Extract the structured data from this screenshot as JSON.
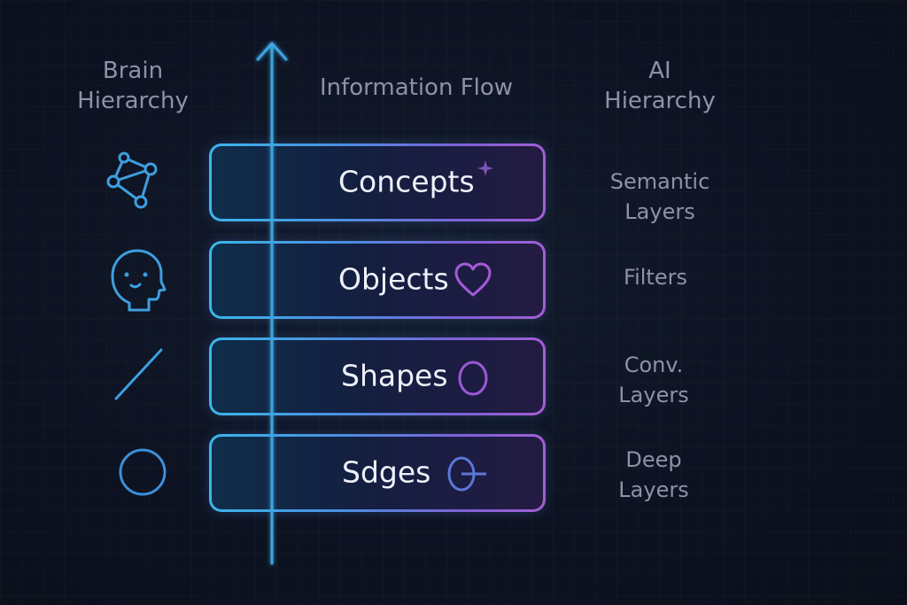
{
  "headers": {
    "brain": "Brain\nHierarchy",
    "brain_line1": "Brain",
    "brain_line2": "Hierarchy",
    "flow": "Information Flow",
    "ai_line1": "AI",
    "ai_line2": "Hierarchy"
  },
  "layers": [
    {
      "label": "Concepts",
      "accent_icon": "sparkle-icon",
      "brain_icon": "network-graph-icon",
      "ai_line1": "Semantic",
      "ai_line2": "Layers"
    },
    {
      "label": "Objects",
      "accent_icon": "heart-icon",
      "brain_icon": "head-profile-icon",
      "ai_line1": "Filters",
      "ai_line2": ""
    },
    {
      "label": "Shapes",
      "accent_icon": "circle-icon",
      "brain_icon": "line-icon",
      "ai_line1": "Conv.",
      "ai_line2": "Layers"
    },
    {
      "label": "Sdges",
      "accent_icon": "circle-with-line-icon",
      "brain_icon": "circle-icon",
      "ai_line1": "Deep",
      "ai_line2": "Layers"
    }
  ],
  "colors": {
    "background": "#0d1322",
    "axis": "#3aa6e0",
    "header_text": "#8d93a6",
    "box_border_start": "#3bb6ea",
    "box_border_end": "#a35fd3",
    "accent_purple": "#a05ad8",
    "accent_blue": "#5b78d8"
  }
}
